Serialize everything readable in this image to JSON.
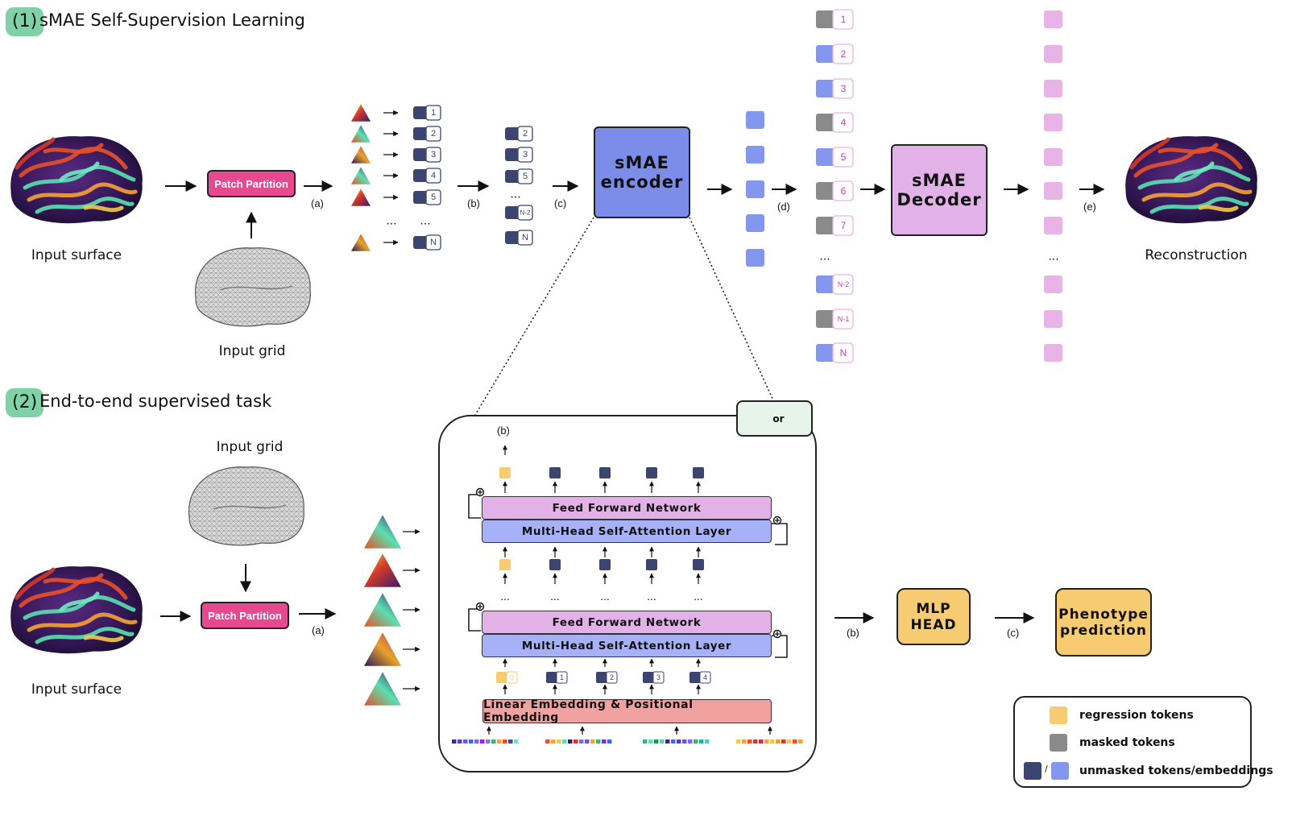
{
  "section1": {
    "number": "(1)",
    "title": "sMAE Self-Supervision Learning"
  },
  "section2": {
    "number": "(2)",
    "title": "End-to-end supervised task"
  },
  "captions": {
    "input_surface": "Input surface",
    "input_grid": "Input grid",
    "reconstruction": "Reconstruction"
  },
  "boxes": {
    "patch_partition": "Patch Partition",
    "encoder_line1": "sMAE",
    "encoder_line2": "encoder",
    "decoder_line1": "sMAE",
    "decoder_line2": "Decoder",
    "mlp_line1": "MLP",
    "mlp_line2": "HEAD",
    "phenotype_line1": "Phenotype",
    "phenotype_line2": "prediction"
  },
  "step_labels": {
    "a": "(a)",
    "b": "(b)",
    "c": "(c)",
    "d": "(d)",
    "e": "(e)"
  },
  "patch_tokens": [
    "1",
    "2",
    "3",
    "4",
    "5",
    "N"
  ],
  "unmasked_tokens": [
    "2",
    "3",
    "5",
    "N-2",
    "N"
  ],
  "decoder_input_tokens": [
    {
      "label": "1",
      "masked": true
    },
    {
      "label": "2",
      "masked": false
    },
    {
      "label": "3",
      "masked": false
    },
    {
      "label": "4",
      "masked": true
    },
    {
      "label": "5",
      "masked": false
    },
    {
      "label": "6",
      "masked": true
    },
    {
      "label": "7",
      "masked": true
    },
    {
      "label": "N-2",
      "masked": false
    },
    {
      "label": "N-1",
      "masked": true
    },
    {
      "label": "N",
      "masked": false
    }
  ],
  "ellipsis": "...",
  "transformer": {
    "ffn": "Feed Forward Network",
    "mhsa": "Multi-Head Self-Attention Layer",
    "embedding": "Linear Embedding & Positional Embedding",
    "output_label": "(b)",
    "input_tokens": [
      "0",
      "1",
      "2",
      "3",
      "4"
    ],
    "freeze_or": "or"
  },
  "legend": {
    "regression": "regression tokens",
    "masked": "masked tokens",
    "unmasked_separator": "/",
    "unmasked": "unmasked tokens/embeddings"
  },
  "colors": {
    "badge": "#7fd1a6",
    "patch_partition": "#e8488f",
    "encoder": "#7b8de9",
    "decoder": "#e2b1e8",
    "mlp": "#f7cb72",
    "navy_token": "#3b4570",
    "masked_token": "#8a8a8a",
    "light_token": "#8497ef",
    "pink_token": "#e8b3e6",
    "regression_token": "#f7cb72"
  },
  "icons": [
    "brain-surface-icon",
    "brain-mesh-icon",
    "snowflake-icon",
    "flame-icon",
    "arrow-icon"
  ]
}
